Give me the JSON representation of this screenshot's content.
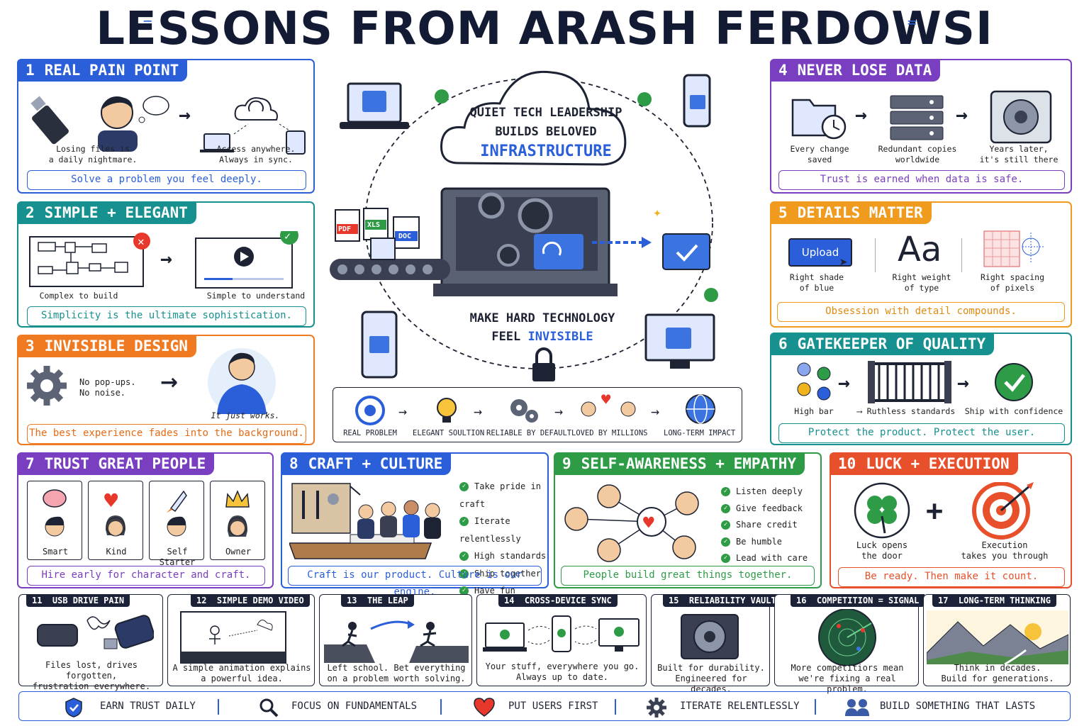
{
  "title": "LESSONS FROM ARASH FERDOWSI",
  "center": {
    "cloud_line1": "QUIET TECH LEADERSHIP",
    "cloud_line2": "BUILDS BELOVED",
    "cloud_line3": "INFRASTRUCTURE",
    "file_pdf": "PDF",
    "file_xls": "XLS",
    "file_doc": "DOC",
    "tagline_line1": "MAKE HARD TECHNOLOGY",
    "tagline_feel": "FEEL",
    "tagline_invisible": "INVISIBLE",
    "steps": [
      "REAL PROBLEM",
      "ELEGANT SOULTION",
      "RELIABLE BY DEFAULT",
      "LOVED BY MILLIONS",
      "LONG-TERM IMPACT"
    ]
  },
  "cards": {
    "c1": {
      "num": "1",
      "title": "REAL PAIN POINT",
      "cap_a1": "Losing files is",
      "cap_a2": "a daily nightmare.",
      "cap_b1": "Access anywhere.",
      "cap_b2": "Always in sync.",
      "foot": "Solve a problem you feel deeply."
    },
    "c2": {
      "num": "2",
      "title": "SIMPLE + ELEGANT",
      "cap_a": "Complex to build",
      "cap_b": "Simple to understand",
      "foot": "Simplicity is the ultimate sophistication."
    },
    "c3": {
      "num": "3",
      "title": "INVISIBLE DESIGN",
      "cap_a1": "No pop-ups.",
      "cap_a2": "No noise.",
      "cap_b": "It just works.",
      "foot": "The best experience fades into the background."
    },
    "c4": {
      "num": "4",
      "title": "NEVER LOSE DATA",
      "cap_a1": "Every change",
      "cap_a2": "saved",
      "cap_b1": "Redundant copies",
      "cap_b2": "worldwide",
      "cap_c1": "Years later,",
      "cap_c2": "it's still there",
      "foot": "Trust is earned when data is safe."
    },
    "c5": {
      "num": "5",
      "title": "DETAILS MATTER",
      "button": "Upload",
      "aa": "Aa",
      "cap_a1": "Right shade",
      "cap_a2": "of blue",
      "cap_b1": "Right weight",
      "cap_b2": "of type",
      "cap_c1": "Right spacing",
      "cap_c2": "of pixels",
      "foot": "Obsession with detail compounds."
    },
    "c6": {
      "num": "6",
      "title": "GATEKEEPER OF QUALITY",
      "cap_a": "High bar",
      "cap_b": "Ruthless standards",
      "cap_c": "Ship with confidence",
      "foot": "Protect the product. Protect the user."
    },
    "c7": {
      "num": "7",
      "title": "TRUST GREAT PEOPLE",
      "people": [
        "Smart",
        "Kind",
        "Self Starter",
        "Owner"
      ],
      "foot": "Hire early for character and craft."
    },
    "c8": {
      "num": "8",
      "title": "CRAFT + CULTURE",
      "list": [
        "Take pride in craft",
        "Iterate relentlessly",
        "High standards",
        "Ship together",
        "Have fun"
      ],
      "foot": "Craft is our product. Culture is our engine."
    },
    "c9": {
      "num": "9",
      "title": "SELF-AWARENESS + EMPATHY",
      "list": [
        "Listen deeply",
        "Give feedback",
        "Share credit",
        "Be humble",
        "Lead with care"
      ],
      "foot": "People build great things together."
    },
    "c10": {
      "num": "10",
      "title": "LUCK + EXECUTION",
      "cap_a1": "Luck opens",
      "cap_a2": "the door",
      "cap_b1": "Execution",
      "cap_b2": "takes you through",
      "foot": "Be ready. Then make it count."
    }
  },
  "small_cards": [
    {
      "num": "11",
      "title": "USB DRIVE PAIN",
      "l1": "Files lost, drives forgotten,",
      "l2": "frustration everywhere."
    },
    {
      "num": "12",
      "title": "SIMPLE DEMO VIDEO",
      "l1": "A simple animation explains",
      "l2": "a powerful idea."
    },
    {
      "num": "13",
      "title": "THE LEAP",
      "l1": "Left school. Bet everything",
      "l2": "on a problem worth solving."
    },
    {
      "num": "14",
      "title": "CROSS-DEVICE SYNC",
      "l1": "Your stuff, everywhere you go.",
      "l2": "Always up to date."
    },
    {
      "num": "15",
      "title": "RELIABILITY VAULT",
      "l1": "Built for durability.",
      "l2": "Engineered for decades."
    },
    {
      "num": "16",
      "title": "COMPETITION = SIGNAL",
      "l1": "More competitiors mean",
      "l2": "we're fixing a real problem."
    },
    {
      "num": "17",
      "title": "LONG-TERM THINKING",
      "l1": "Think in decades.",
      "l2": "Build for generations."
    }
  ],
  "bottom_bar": [
    "EARN TRUST DAILY",
    "FOCUS ON FUNDAMENTALS",
    "PUT USERS FIRST",
    "ITERATE RELENTLESSLY",
    "BUILD SOMETHING THAT LASTS"
  ],
  "colors": {
    "blue": "#2b5fd9",
    "teal": "#17918f",
    "orange": "#f07a22",
    "purple": "#7a3fc0",
    "gold": "#f09a1e",
    "green": "#2e9c47",
    "red": "#e8502b",
    "navy": "#1c2238"
  }
}
